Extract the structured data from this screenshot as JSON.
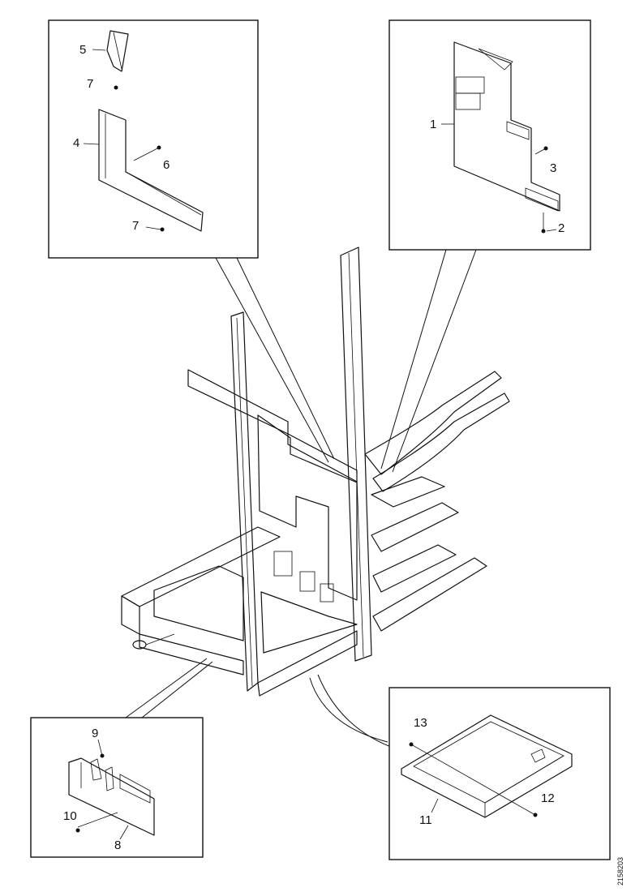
{
  "callouts": {
    "c1": "1",
    "c2": "2",
    "c3": "3",
    "c4": "4",
    "c5": "5",
    "c6": "6",
    "c7a": "7",
    "c7b": "7",
    "c8": "8",
    "c9": "9",
    "c10": "10",
    "c11": "11",
    "c12": "12",
    "c13": "13"
  },
  "document_id": "2158203"
}
